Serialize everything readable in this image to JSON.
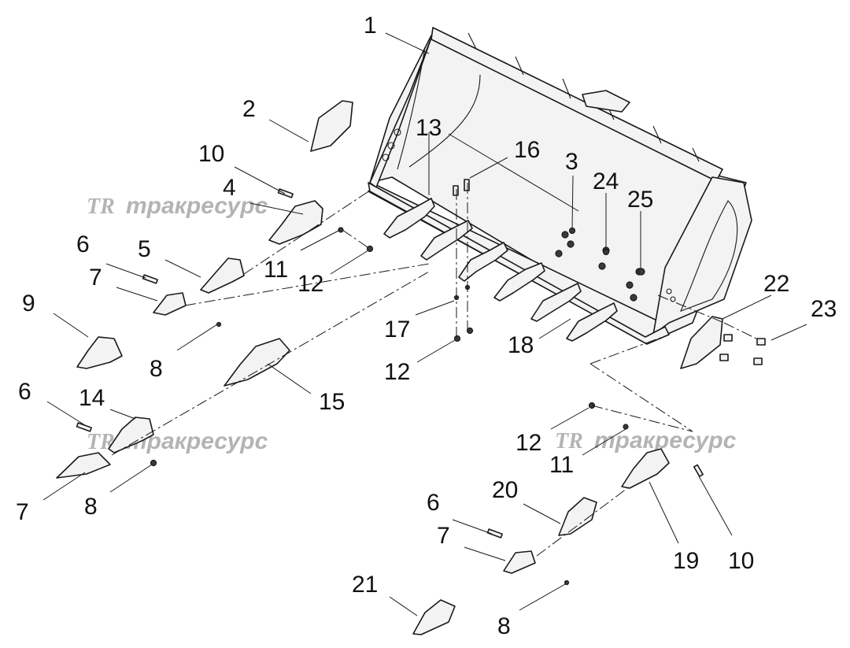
{
  "watermark": {
    "logo": "TR",
    "text": "тракресурс"
  },
  "callouts": [
    "1",
    "2",
    "3",
    "4",
    "5",
    "6",
    "7",
    "8",
    "9",
    "10",
    "11",
    "12",
    "13",
    "14",
    "15",
    "16",
    "17",
    "18",
    "19",
    "20",
    "21",
    "22",
    "23",
    "24",
    "25"
  ],
  "callouts_repeated": {
    "c6b": "6",
    "c6c": "6",
    "c7b": "7",
    "c7c": "7",
    "c8b": "8",
    "c8c": "8",
    "c10b": "10",
    "c11b": "11",
    "c12b": "12",
    "c12c": "12"
  }
}
